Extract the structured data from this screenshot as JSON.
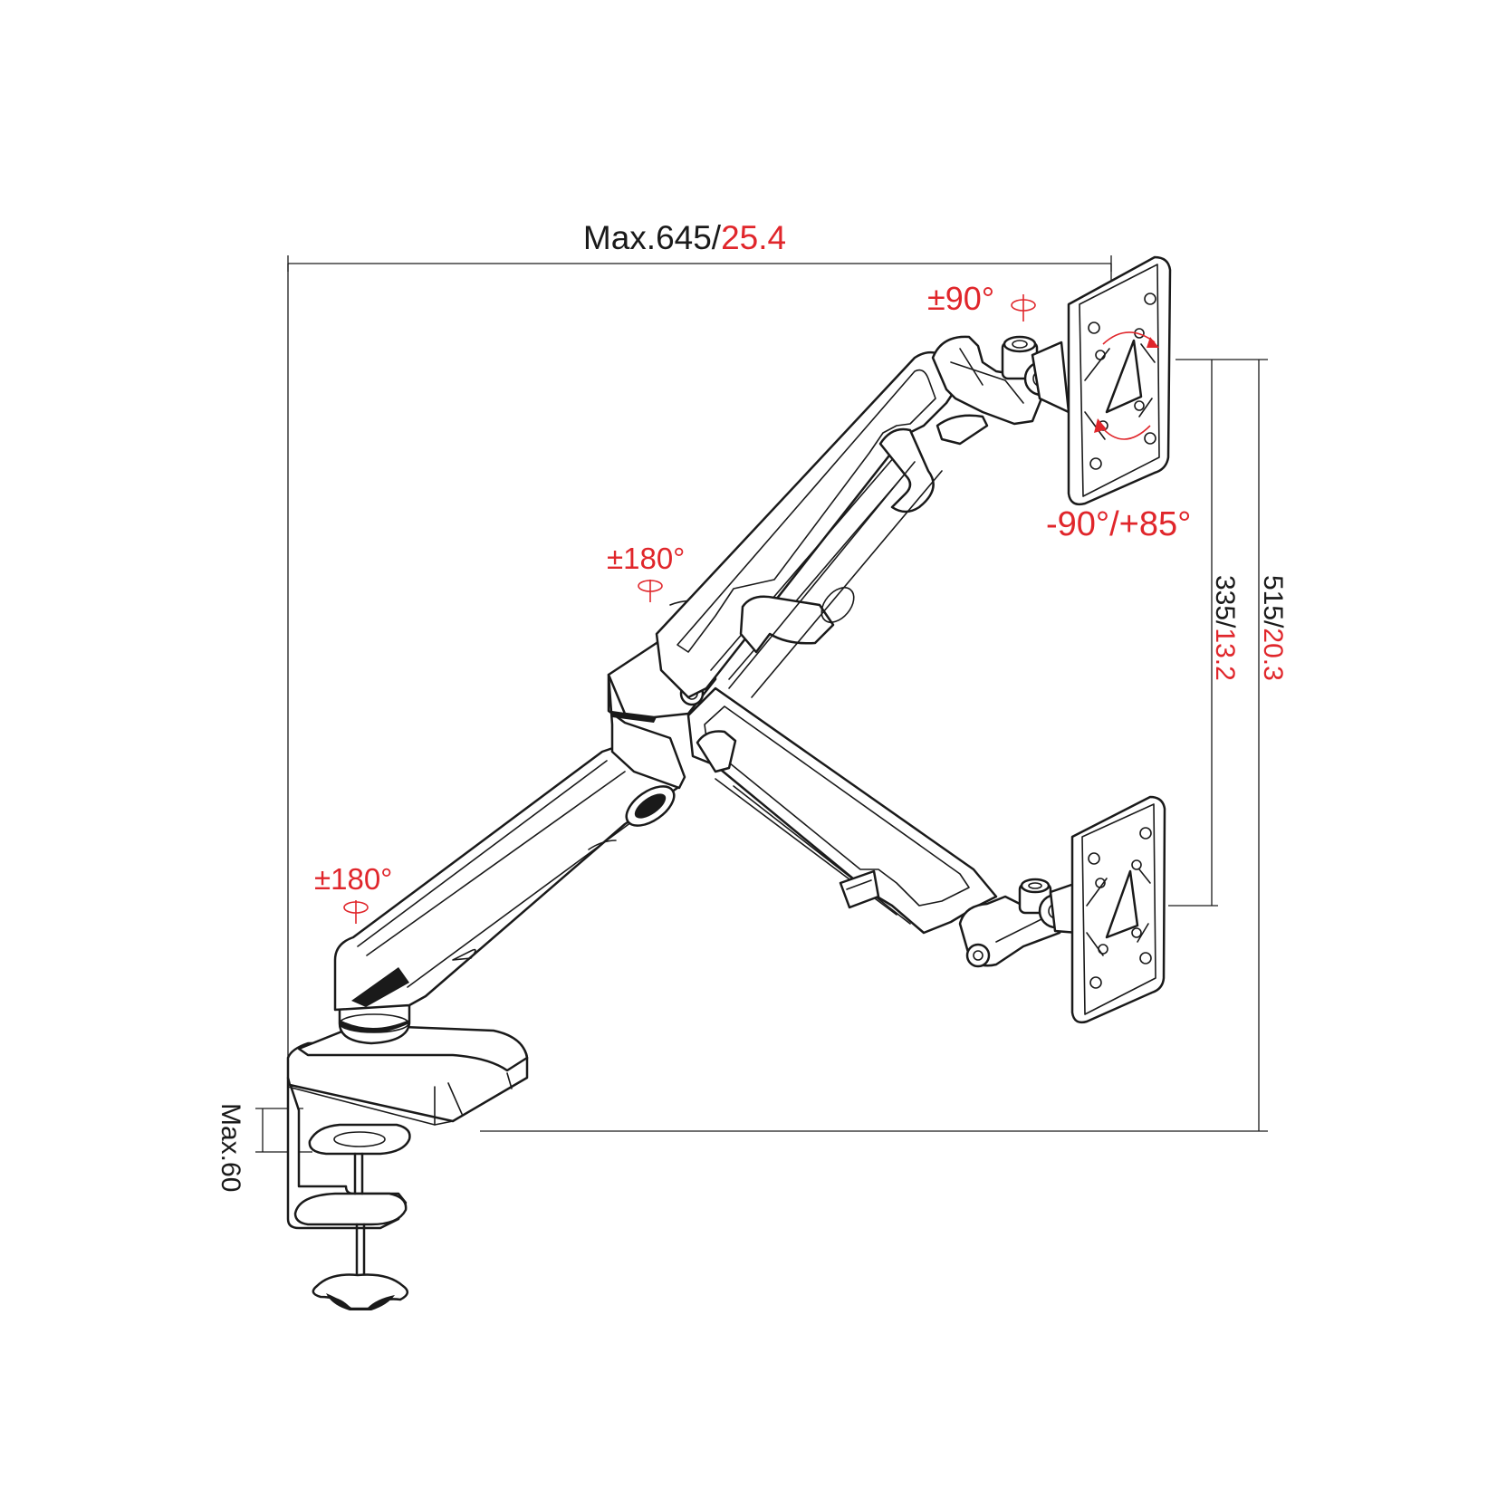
{
  "dimensions": {
    "reach": {
      "prefix": "Max.645/",
      "suffix": "25.4"
    },
    "height_total": {
      "prefix": "515/",
      "suffix": "20.3"
    },
    "height_min": {
      "prefix": "335/",
      "suffix": "13.2"
    },
    "clamp": {
      "text": "Max.60"
    }
  },
  "rotations": {
    "tilt_head": "±90°",
    "swivel_mid": "±180°",
    "swivel_base": "±180°",
    "rotate_plate": "-90°/+85°"
  },
  "colors": {
    "accent": "#e0262b",
    "line": "#1a1a1a",
    "background": "#ffffff"
  }
}
